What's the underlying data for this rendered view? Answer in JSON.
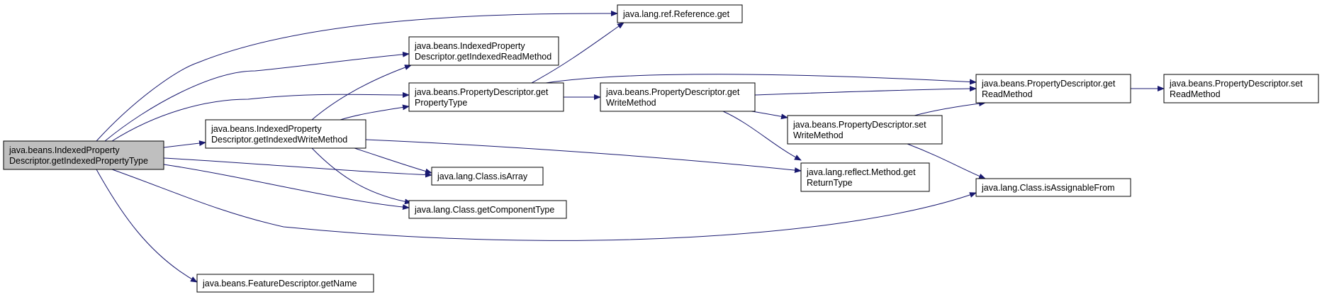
{
  "diagram": {
    "edge_color": "#191970",
    "nodes": [
      {
        "id": "root",
        "lines": [
          "java.beans.IndexedProperty",
          "Descriptor.getIndexedPropertyType"
        ]
      },
      {
        "id": "ref_get",
        "lines": [
          "java.lang.ref.Reference.get"
        ]
      },
      {
        "id": "idx_read",
        "lines": [
          "java.beans.IndexedProperty",
          "Descriptor.getIndexedReadMethod"
        ]
      },
      {
        "id": "pd_type",
        "lines": [
          "java.beans.PropertyDescriptor.get",
          "PropertyType"
        ]
      },
      {
        "id": "idx_write",
        "lines": [
          "java.beans.IndexedProperty",
          "Descriptor.getIndexedWriteMethod"
        ]
      },
      {
        "id": "is_array",
        "lines": [
          "java.lang.Class.isArray"
        ]
      },
      {
        "id": "comp_type",
        "lines": [
          "java.lang.Class.getComponentType"
        ]
      },
      {
        "id": "get_name",
        "lines": [
          "java.beans.FeatureDescriptor.getName"
        ]
      },
      {
        "id": "pd_getwrite",
        "lines": [
          "java.beans.PropertyDescriptor.get",
          "WriteMethod"
        ]
      },
      {
        "id": "pd_getread",
        "lines": [
          "java.beans.PropertyDescriptor.get",
          "ReadMethod"
        ]
      },
      {
        "id": "pd_setread",
        "lines": [
          "java.beans.PropertyDescriptor.set",
          "ReadMethod"
        ]
      },
      {
        "id": "pd_setwrite",
        "lines": [
          "java.beans.PropertyDescriptor.set",
          "WriteMethod"
        ]
      },
      {
        "id": "ret_type",
        "lines": [
          "java.lang.reflect.Method.get",
          "ReturnType"
        ]
      },
      {
        "id": "assignable",
        "lines": [
          "java.lang.Class.isAssignableFrom"
        ]
      }
    ],
    "edges": [
      {
        "from": "root",
        "to": "ref_get"
      },
      {
        "from": "root",
        "to": "idx_read"
      },
      {
        "from": "root",
        "to": "pd_type"
      },
      {
        "from": "root",
        "to": "idx_write"
      },
      {
        "from": "root",
        "to": "is_array"
      },
      {
        "from": "root",
        "to": "comp_type"
      },
      {
        "from": "root",
        "to": "assignable"
      },
      {
        "from": "root",
        "to": "get_name"
      },
      {
        "from": "idx_write",
        "to": "idx_read"
      },
      {
        "from": "idx_write",
        "to": "pd_type"
      },
      {
        "from": "idx_write",
        "to": "is_array"
      },
      {
        "from": "idx_write",
        "to": "comp_type"
      },
      {
        "from": "idx_write",
        "to": "ret_type"
      },
      {
        "from": "pd_type",
        "to": "ref_get"
      },
      {
        "from": "pd_type",
        "to": "pd_getread"
      },
      {
        "from": "pd_type",
        "to": "pd_getwrite"
      },
      {
        "from": "pd_getwrite",
        "to": "pd_getread"
      },
      {
        "from": "pd_getwrite",
        "to": "pd_setwrite"
      },
      {
        "from": "pd_getwrite",
        "to": "ret_type"
      },
      {
        "from": "pd_setwrite",
        "to": "pd_getread"
      },
      {
        "from": "pd_setwrite",
        "to": "assignable"
      },
      {
        "from": "pd_getread",
        "to": "pd_setread"
      }
    ]
  }
}
